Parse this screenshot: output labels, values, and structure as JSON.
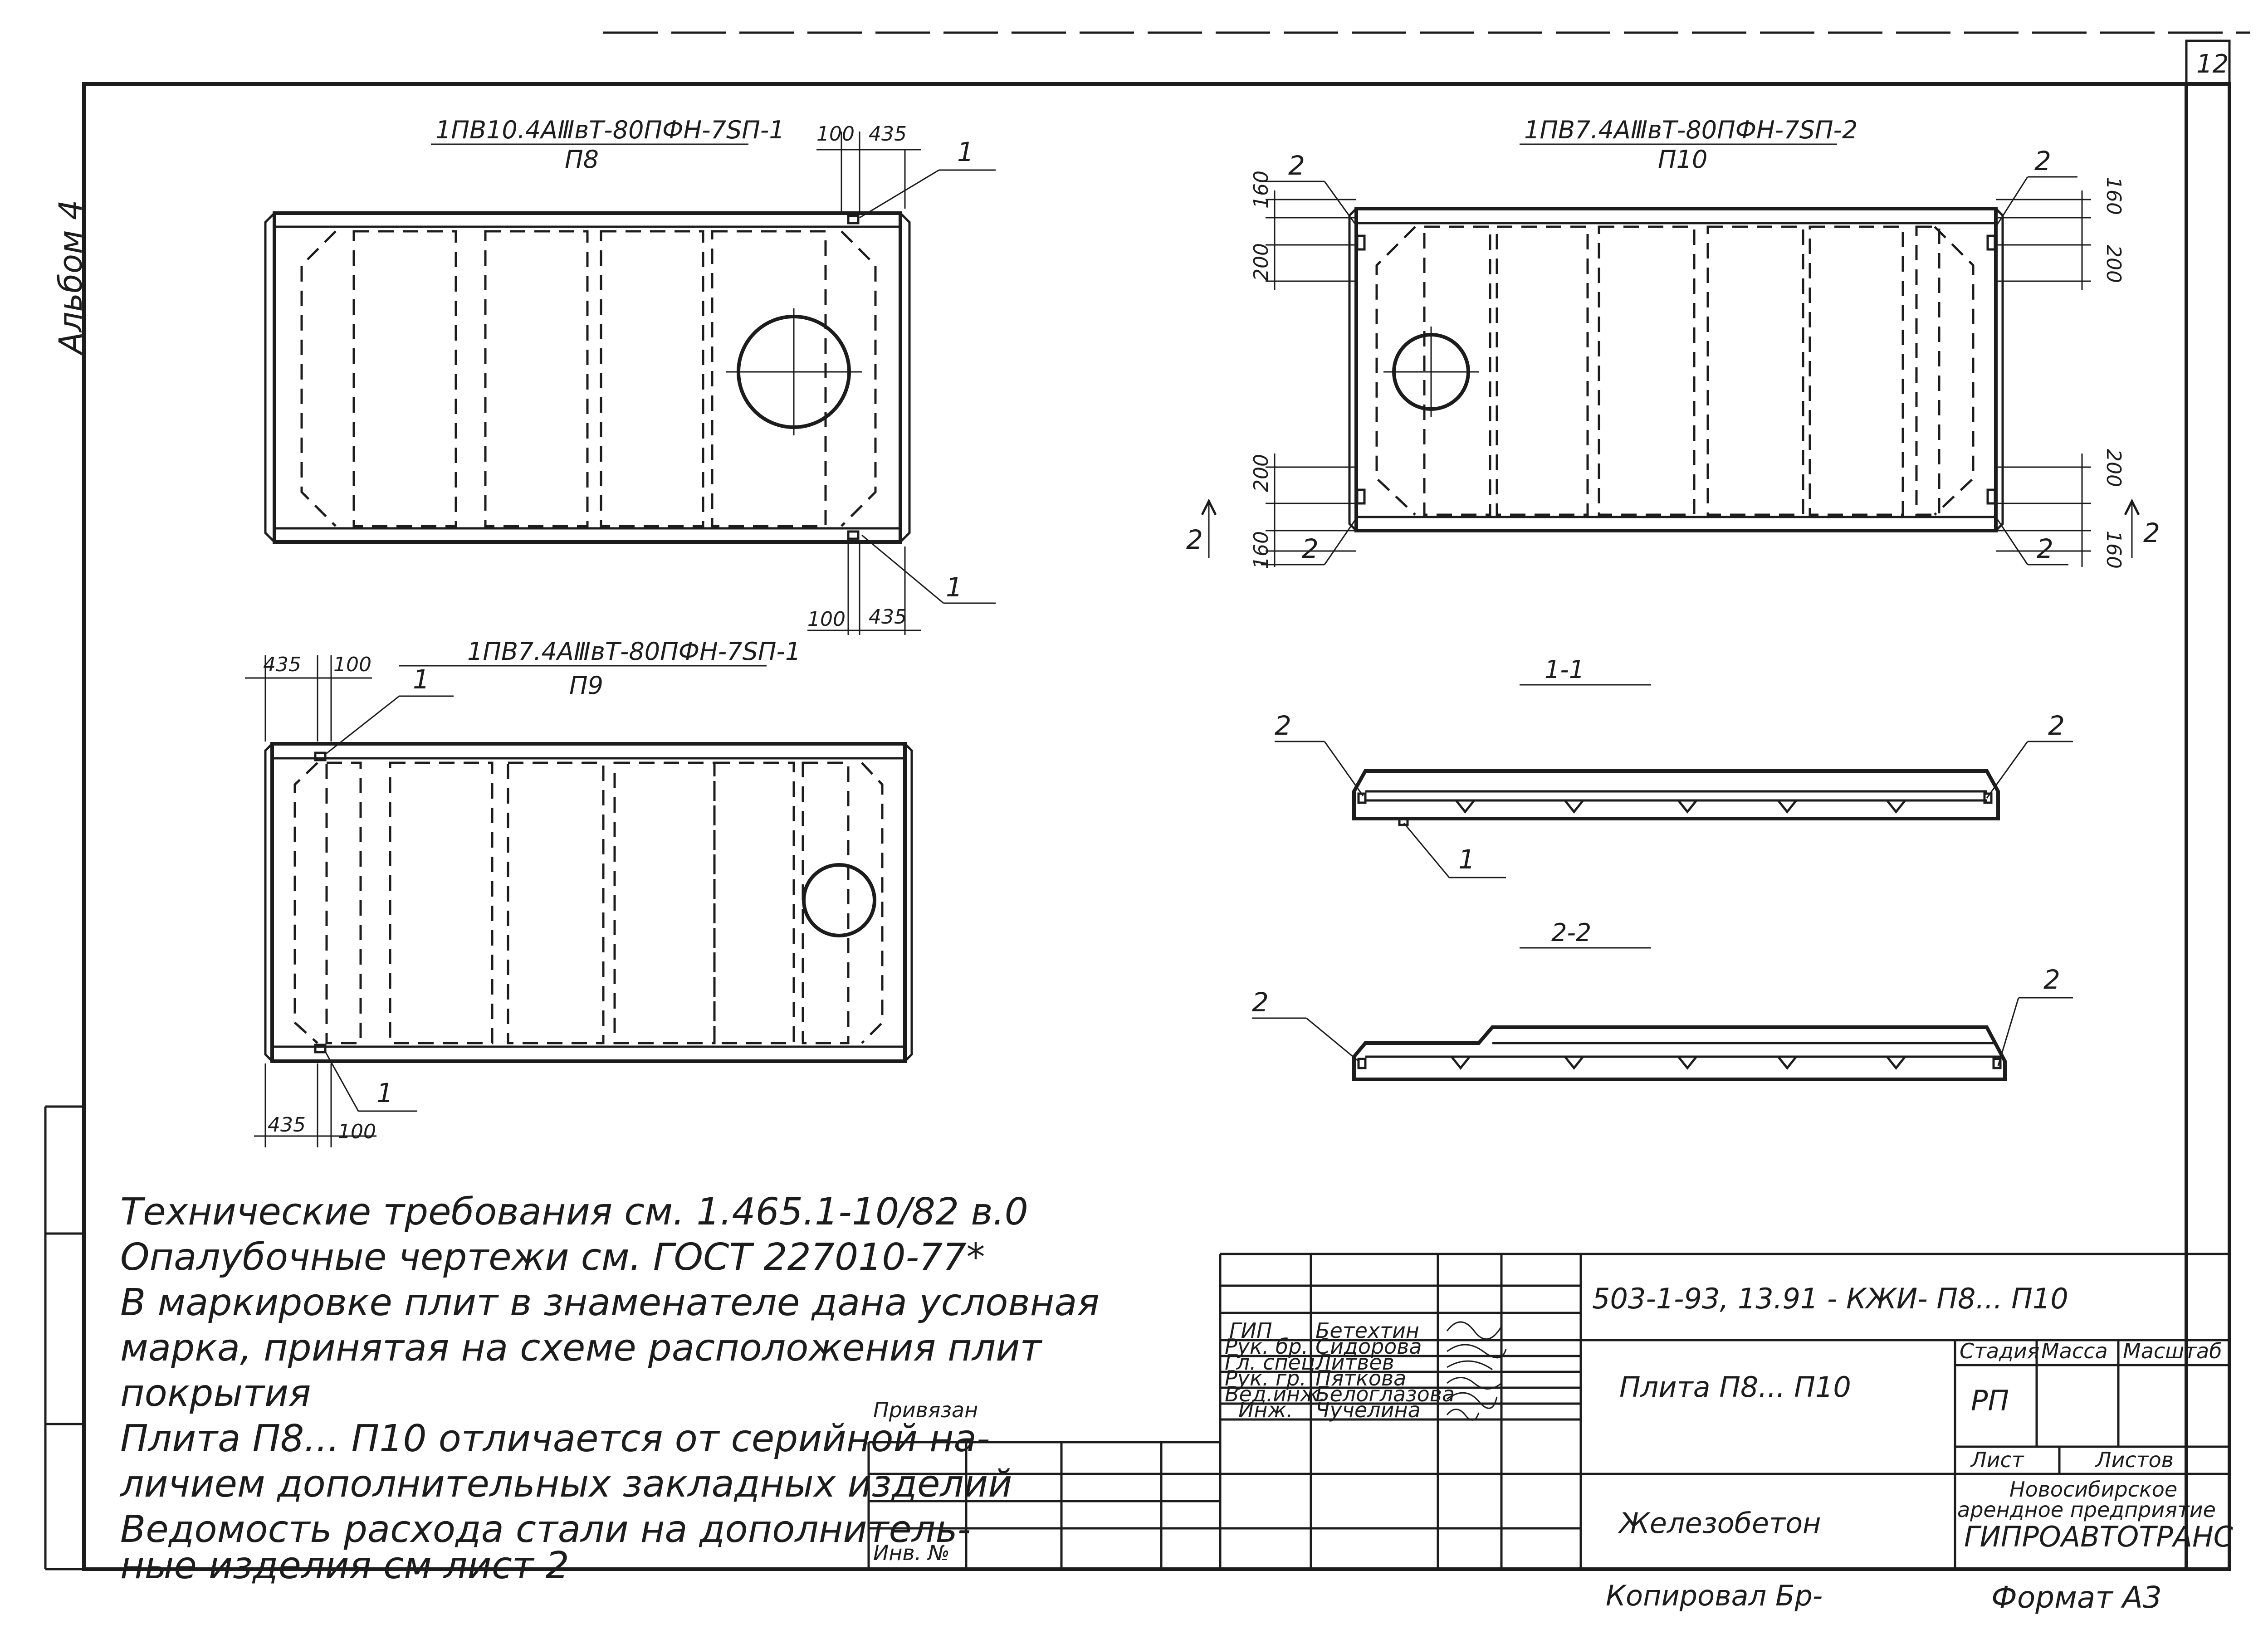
{
  "sheet": {
    "number": "12",
    "album_label": "Альбом 4",
    "format": "Формат А3",
    "copied_by": "Копировал Бр-"
  },
  "views": {
    "p8": {
      "mark": "1ПВ10.4АⅢвТ-80ПФН-7SП-1",
      "name": "П8",
      "dim_top": [
        "100",
        "435"
      ],
      "dim_bottom": [
        "100",
        "435"
      ],
      "callout": "1"
    },
    "p9": {
      "mark": "1ПВ7.4АⅢвТ-80ПФН-7SП-1",
      "name": "П9",
      "dim_top": [
        "435",
        "100"
      ],
      "dim_bottom": [
        "435",
        "100"
      ],
      "callout": "1"
    },
    "p10": {
      "mark": "1ПВ7.4АⅢвТ-80ПФН-7SП-2",
      "name": "П10",
      "callout": "2",
      "section_mark": "2",
      "dims_left": [
        "160",
        "200",
        "200",
        "160"
      ],
      "dims_right": [
        "160",
        "200",
        "200",
        "160"
      ]
    },
    "section_1": {
      "title": "1-1",
      "callouts": [
        "2",
        "2",
        "1"
      ]
    },
    "section_2": {
      "title": "2-2",
      "callouts": [
        "2",
        "2"
      ]
    }
  },
  "notes": [
    "Технические требования см. 1.465.1-10/82 в.0",
    "Опалубочные чертежи см. ГОСТ 227010-77*",
    "В маркировке плит в знаменателе дана условная",
    "марка, принятая на схеме расположения плит",
    "покрытия",
    "Плита П8... П10 отличается от серийной на-",
    "личием дополнительных закладных изделий",
    "Ведомость расхода стали на дополнитель-",
    "ные изделия см лист 2"
  ],
  "title_block": {
    "doc_code": "503-1-93, 13.91 - КЖИ- П8... П10",
    "item_name": "Плита П8... П10",
    "material": "Железобетон",
    "org_lines": [
      "Новосибирское",
      "арендное предприятие",
      "ГИПРОАВТОТРАНС"
    ],
    "privyazan": "Привязан",
    "inv_no": "Инв. №",
    "roles": [
      {
        "role": "ГИП",
        "name": "Бетехтин"
      },
      {
        "role": "Рук. бр.",
        "name": "Сидорова"
      },
      {
        "role": "Гл. спец.",
        "name": "Литвев"
      },
      {
        "role": "Рук. гр.",
        "name": "Пяткова"
      },
      {
        "role": "Вед.инж.",
        "name": "Белоглазова"
      },
      {
        "role": "Инж.",
        "name": "Чучелина"
      }
    ],
    "headers": {
      "stage": "Стадия",
      "mass": "Масса",
      "scale": "Масштаб",
      "sheet": "Лист",
      "sheets": "Листов"
    },
    "stage_value": "РП"
  }
}
